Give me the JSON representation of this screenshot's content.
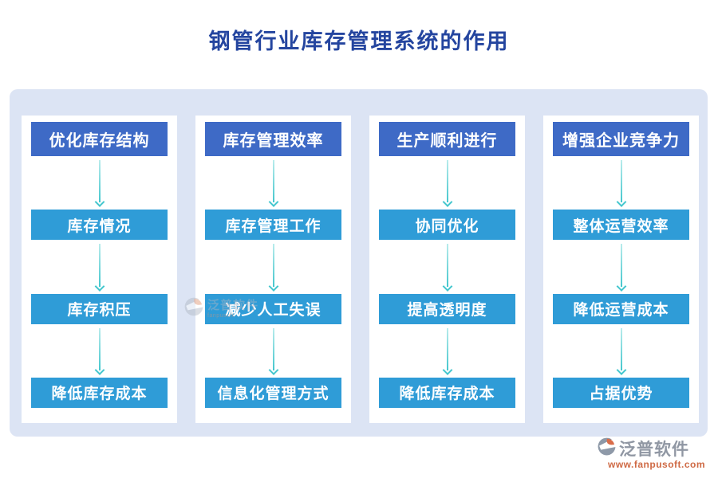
{
  "title": "钢管行业库存管理系统的作用",
  "columns": [
    {
      "items": [
        "优化库存结构",
        "库存情况",
        "库存积压",
        "降低库存成本"
      ]
    },
    {
      "items": [
        "库存管理效率",
        "库存管理工作",
        "减少人工失误",
        "信息化管理方式"
      ]
    },
    {
      "items": [
        "生产顺利进行",
        "协同优化",
        "提高透明度",
        "降低库存成本"
      ]
    },
    {
      "items": [
        "增强企业竞争力",
        "整体运营效率",
        "降低运营成本",
        "占据优势"
      ]
    }
  ],
  "watermark": {
    "name": "泛普软件",
    "sub": "fanpusoft"
  },
  "branding": {
    "name": "泛普软件",
    "url": "www.fanpusoft.com"
  },
  "colors": {
    "title": "#24459f",
    "board_bg": "#dce4f4",
    "primary_box": "#3e6ac6",
    "secondary_box": "#2f9cd7",
    "arrow": "#44c7ce",
    "brand_gray": "#9097a3",
    "brand_orange": "#cf6a45"
  }
}
